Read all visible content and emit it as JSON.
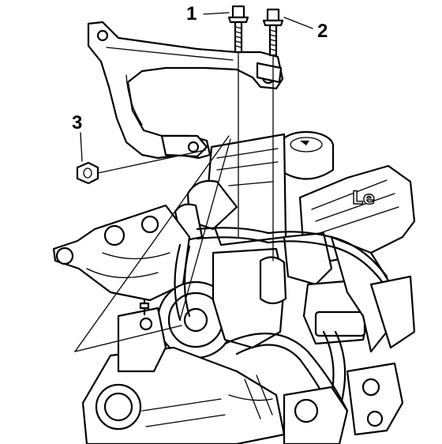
{
  "callouts": [
    {
      "id": "1",
      "label": "1"
    },
    {
      "id": "2",
      "label": "2"
    },
    {
      "id": "3",
      "label": "3"
    }
  ],
  "engine_badge": "Le"
}
